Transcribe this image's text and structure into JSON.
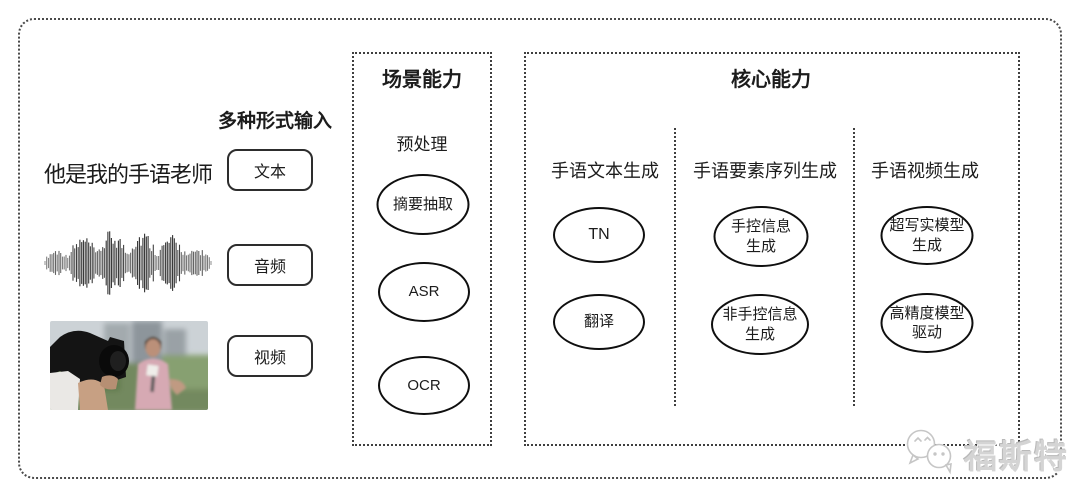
{
  "inputs": {
    "section_label": "多种形式输入",
    "text_sample": "他是我的手语老师",
    "types": [
      {
        "label": "文本"
      },
      {
        "label": "音频"
      },
      {
        "label": "视频"
      }
    ],
    "waveform_icon": "audio-waveform",
    "photo_icon": "reporter-interview-photo"
  },
  "scene": {
    "title": "场景能力",
    "subtitle": "预处理",
    "nodes": [
      "摘要抽取",
      "ASR",
      "OCR"
    ]
  },
  "core": {
    "title": "核心能力",
    "columns": [
      {
        "header": "手语文本生成",
        "nodes": [
          [
            "TN"
          ],
          [
            "翻译"
          ]
        ]
      },
      {
        "header": "手语要素序列生成",
        "nodes": [
          [
            "手控信息",
            "生成"
          ],
          [
            "非手控信息",
            "生成"
          ]
        ]
      },
      {
        "header": "手语视频生成",
        "nodes": [
          [
            "超写实模型",
            "生成"
          ],
          [
            "高精度模型",
            "驱动"
          ]
        ]
      }
    ]
  },
  "watermark": {
    "logo_icon": "chat-bubbles-logo",
    "text": "福斯特"
  },
  "colors": {
    "ink": "#1c1c1c",
    "dotted_line": "#3f3f3f",
    "node_stroke": "#0f0f0f",
    "watermark": "#d4d4d4"
  }
}
